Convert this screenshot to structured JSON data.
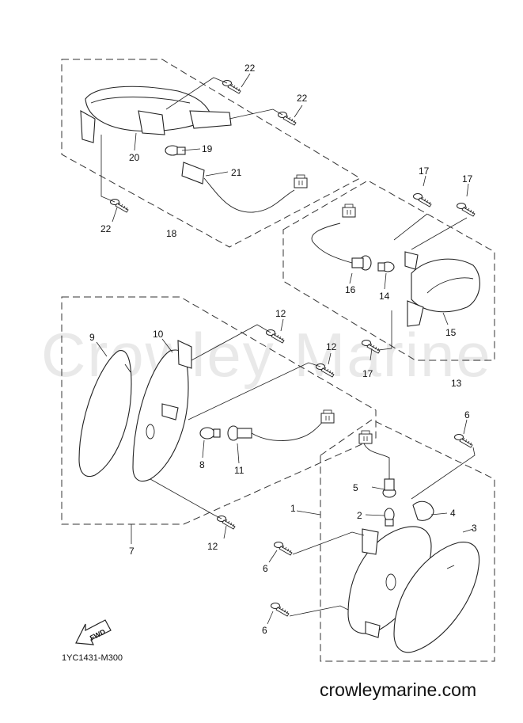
{
  "watermark": "Crowley Marine",
  "diagram_code": "1YC1431-M300",
  "website": "crowleymarine.com",
  "fwd_label": "FWD",
  "callouts": {
    "c1": "1",
    "c2": "2",
    "c3": "3",
    "c4": "4",
    "c5": "5",
    "c6a": "6",
    "c6b": "6",
    "c6c": "6",
    "c7": "7",
    "c8": "8",
    "c9": "9",
    "c10": "10",
    "c11": "11",
    "c12a": "12",
    "c12b": "12",
    "c12c": "12",
    "c13": "13",
    "c14": "14",
    "c15": "15",
    "c16": "16",
    "c17a": "17",
    "c17b": "17",
    "c17c": "17",
    "c18": "18",
    "c19": "19",
    "c20": "20",
    "c21": "21",
    "c22a": "22",
    "c22b": "22",
    "c22c": "22"
  }
}
